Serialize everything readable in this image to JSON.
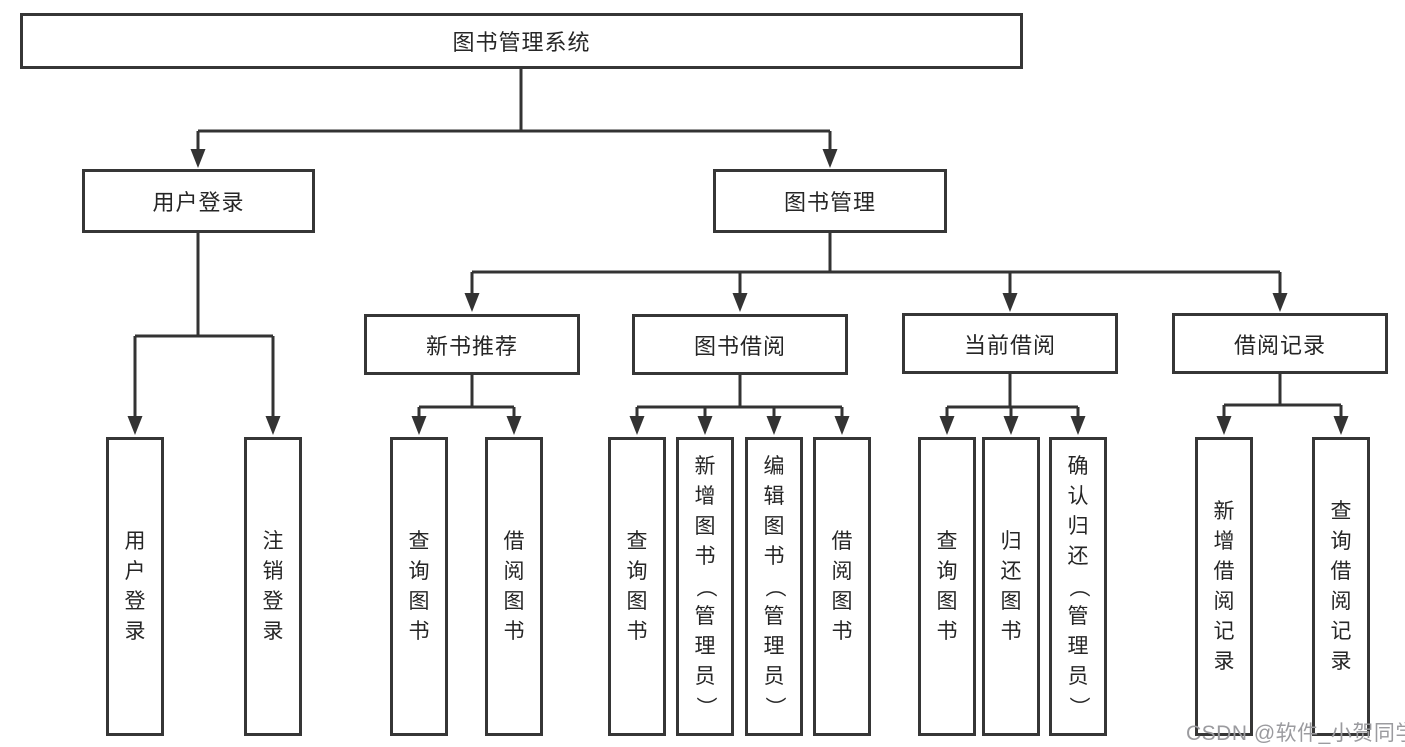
{
  "diagram": {
    "root": {
      "label": "图书管理系统"
    },
    "login": {
      "label": "用户登录",
      "children": [
        {
          "label": "用户登录"
        },
        {
          "label": "注销登录"
        }
      ]
    },
    "management": {
      "label": "图书管理",
      "sections": [
        {
          "label": "新书推荐",
          "children": [
            {
              "label": "查询图书"
            },
            {
              "label": "借阅图书"
            }
          ]
        },
        {
          "label": "图书借阅",
          "children": [
            {
              "label": "查询图书"
            },
            {
              "label": "新增图书（管理员）"
            },
            {
              "label": "编辑图书（管理员）"
            },
            {
              "label": "借阅图书"
            }
          ]
        },
        {
          "label": "当前借阅",
          "children": [
            {
              "label": "查询图书"
            },
            {
              "label": "归还图书"
            },
            {
              "label": "确认归还（管理员）"
            }
          ]
        },
        {
          "label": "借阅记录",
          "children": [
            {
              "label": "新增借阅记录"
            },
            {
              "label": "查询借阅记录"
            }
          ]
        }
      ]
    }
  },
  "watermark": {
    "text": "CSDN @软件_小贺同学"
  },
  "colors": {
    "line": "#333333",
    "text": "#262626",
    "watermark": "#9b9b9f",
    "background": "#ffffff"
  }
}
